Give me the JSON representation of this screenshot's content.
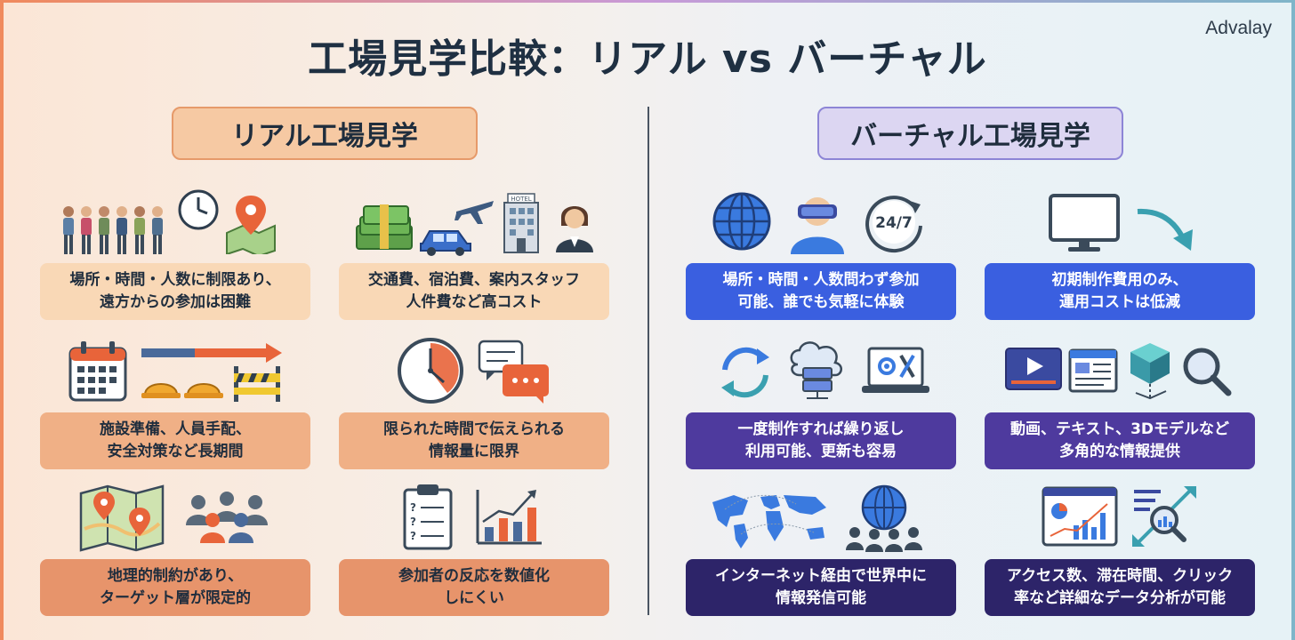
{
  "brand": "Advalay",
  "title": "工場見学比較：リアル vs バーチャル",
  "real": {
    "heading": "リアル工場見学",
    "items": [
      {
        "line1": "場所・時間・人数に制限あり、",
        "line2": "遠方からの参加は困難"
      },
      {
        "line1": "交通費、宿泊費、案内スタッフ",
        "line2": "人件費など高コスト"
      },
      {
        "line1": "施設準備、人員手配、",
        "line2": "安全対策など長期間"
      },
      {
        "line1": "限られた時間で伝えられる",
        "line2": "情報量に限界"
      },
      {
        "line1": "地理的制約があり、",
        "line2": "ターゲット層が限定的"
      },
      {
        "line1": "参加者の反応を数値化",
        "line2": "しにくい"
      }
    ]
  },
  "virtual": {
    "heading": "バーチャル工場見学",
    "items": [
      {
        "line1": "場所・時間・人数問わず参加",
        "line2": "可能、誰でも気軽に体験"
      },
      {
        "line1": "初期制作費用のみ、",
        "line2": "運用コストは低減"
      },
      {
        "line1": "一度制作すれば繰り返し",
        "line2": "利用可能、更新も容易"
      },
      {
        "line1": "動画、テキスト、3Dモデルなど",
        "line2": "多角的な情報提供"
      },
      {
        "line1": "インターネット経由で世界中に",
        "line2": "情報発信可能"
      },
      {
        "line1": "アクセス数、滞在時間、クリック",
        "line2": "率など詳細なデータ分析が可能"
      }
    ]
  },
  "icon_labels": {
    "clock247": "24/7",
    "hotel": "HOTEL"
  },
  "colors": {
    "real_row1": "#f9d8b6",
    "real_row2": "#f0b086",
    "real_row3": "#e7946b",
    "virtual_row1": "#3a5fe0",
    "virtual_row2": "#4e3a9e",
    "virtual_row3": "#2d2469"
  }
}
